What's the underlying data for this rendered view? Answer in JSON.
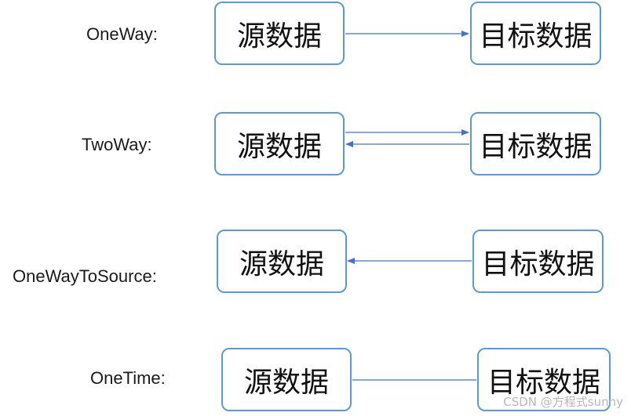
{
  "rows": [
    {
      "mode_label": "OneWay:",
      "source_label": "源数据",
      "target_label": "目标数据",
      "direction": "source-to-target"
    },
    {
      "mode_label": "TwoWay:",
      "source_label": "源数据",
      "target_label": "目标数据",
      "direction": "bidirectional"
    },
    {
      "mode_label": "OneWayToSource:",
      "source_label": "源数据",
      "target_label": "目标数据",
      "direction": "target-to-source"
    },
    {
      "mode_label": "OneTime:",
      "source_label": "源数据",
      "target_label": "目标数据",
      "direction": "none"
    }
  ],
  "colors": {
    "box_border": "#5b9bd5",
    "connector": "#4472c4",
    "text": "#111111",
    "watermark": "#b9b9b9"
  },
  "watermark": "CSDN @方程式sunny"
}
